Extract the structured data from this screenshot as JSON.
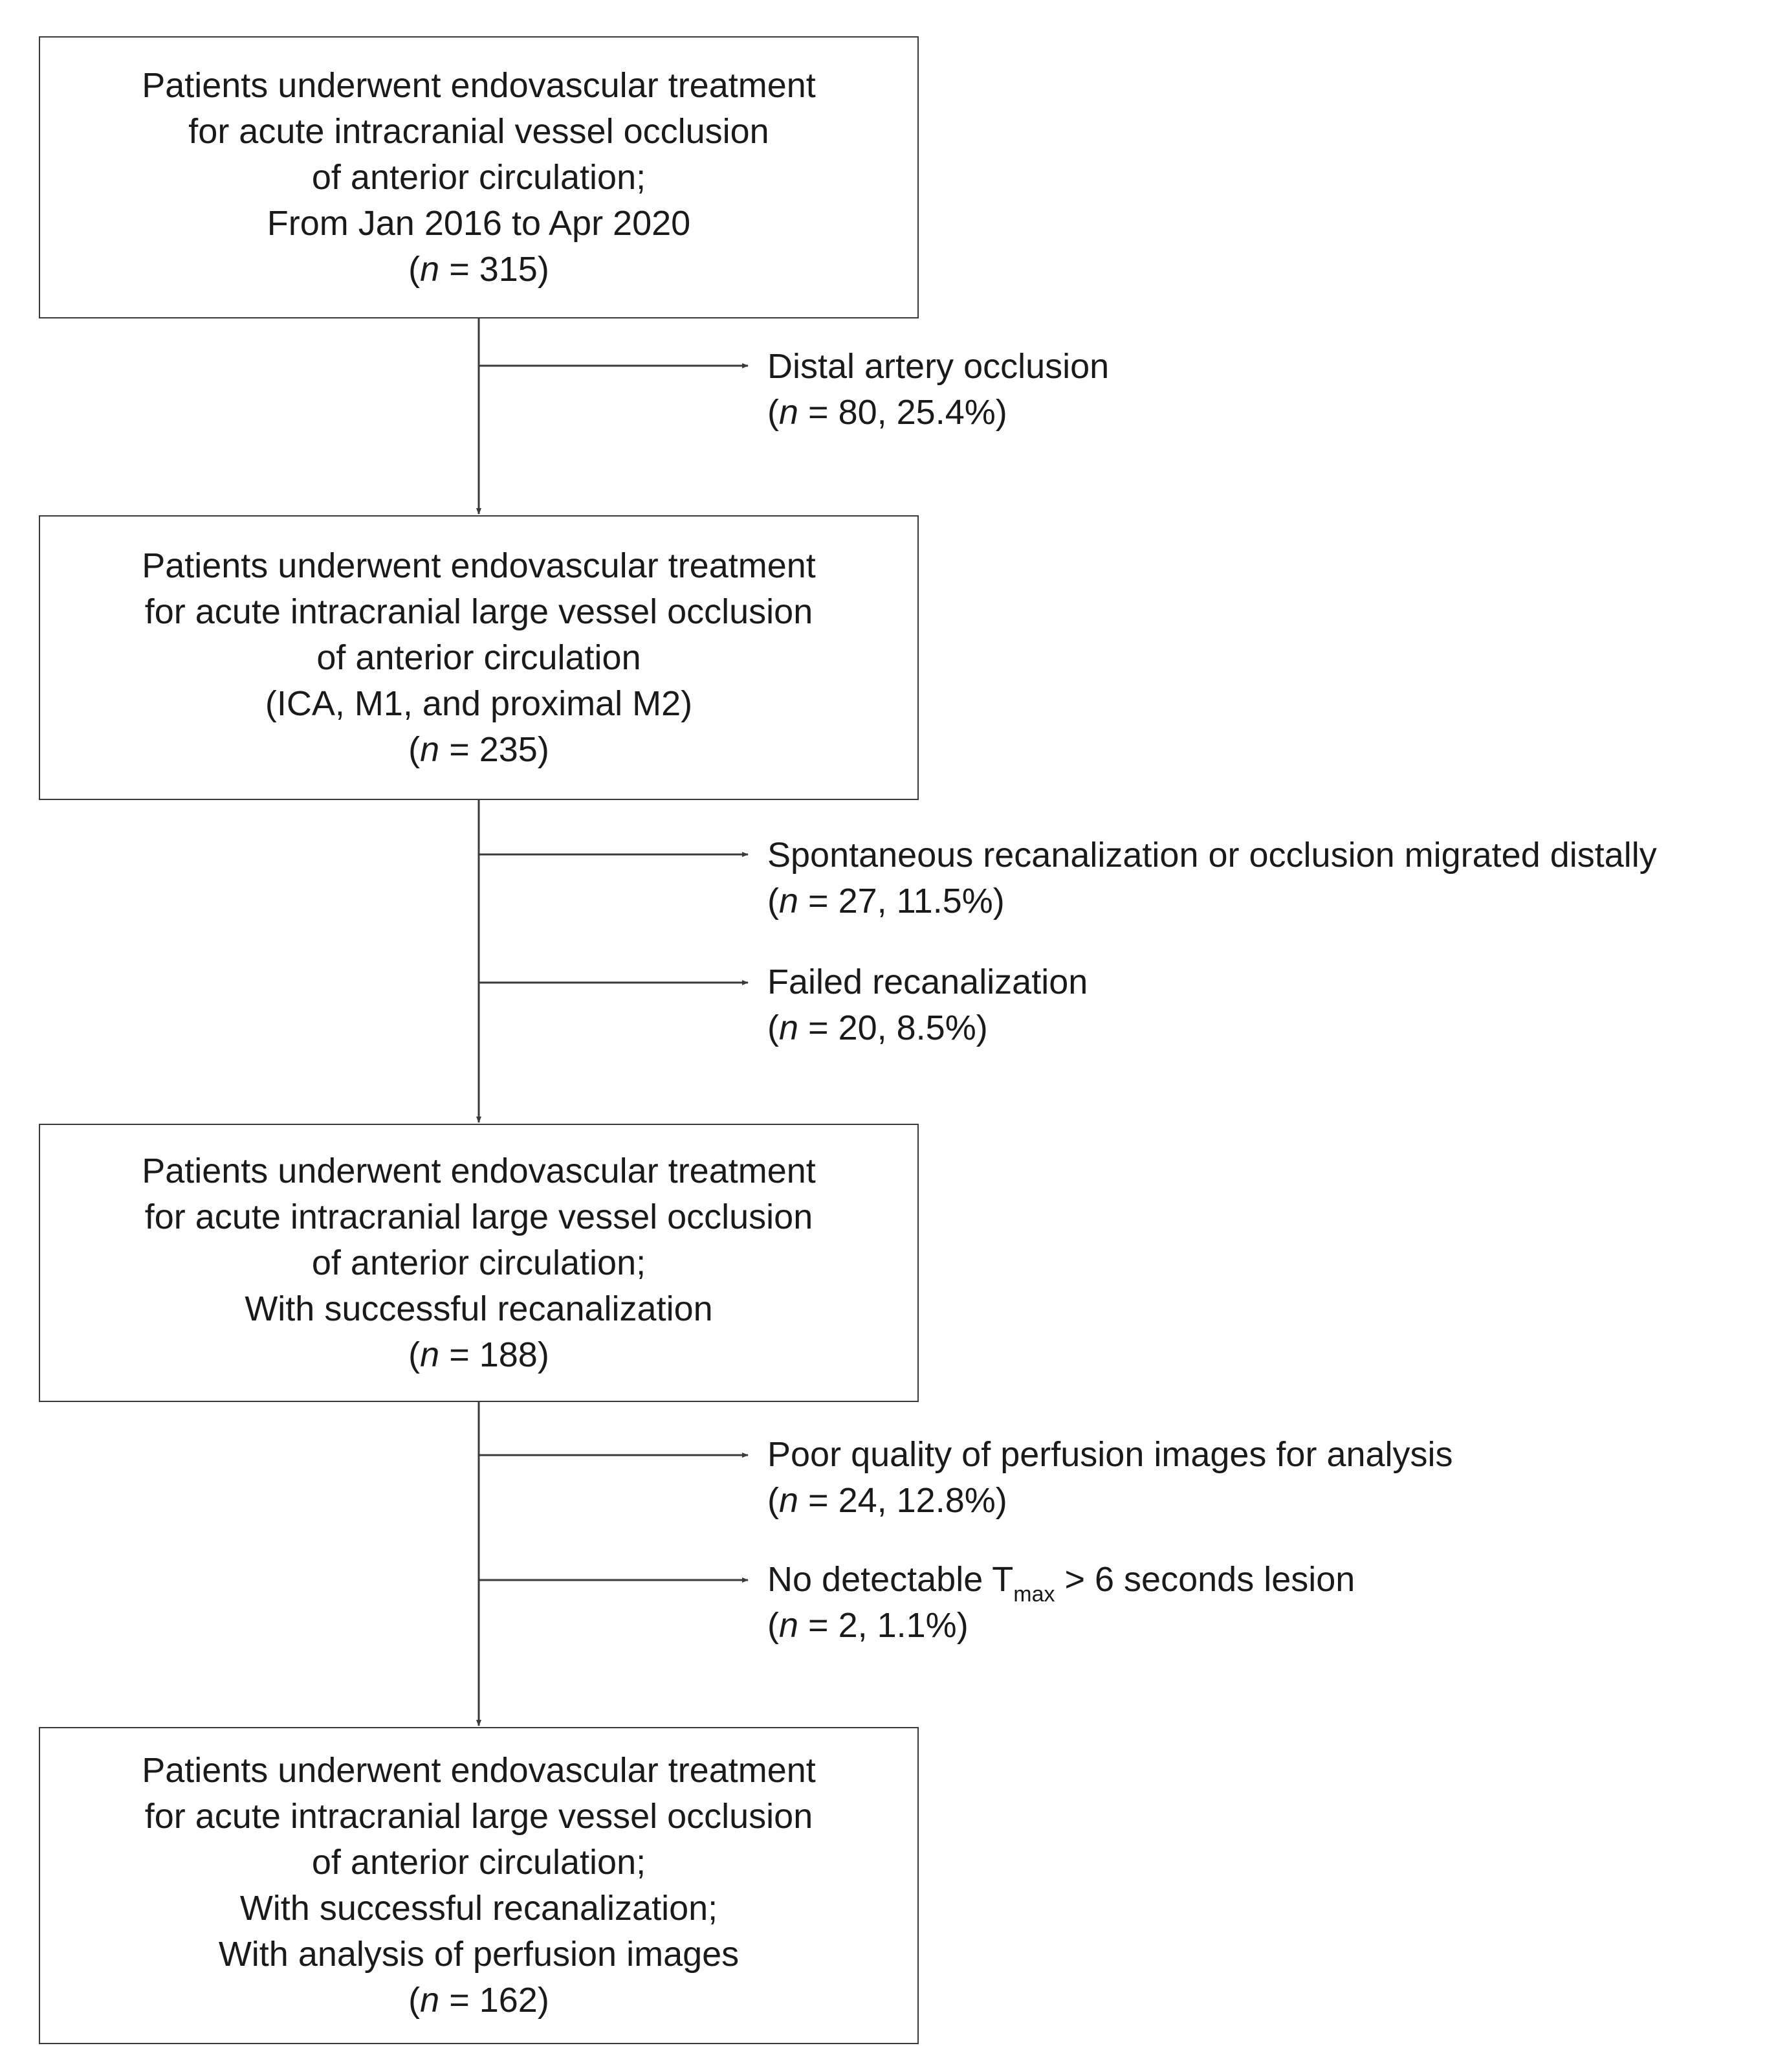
{
  "boxes": [
    {
      "lines": [
        "Patients underwent endovascular treatment",
        "for acute intracranial vessel occlusion",
        "of anterior circulation;",
        "From Jan 2016 to Apr 2020"
      ],
      "n_prefix": "(",
      "n_var": "n",
      "n_rest": " = 315)"
    },
    {
      "lines": [
        "Patients underwent endovascular treatment",
        "for acute intracranial large vessel occlusion",
        "of anterior circulation",
        "(ICA, M1, and proximal M2)"
      ],
      "n_prefix": "(",
      "n_var": "n",
      "n_rest": " = 235)"
    },
    {
      "lines": [
        "Patients underwent endovascular treatment",
        "for acute intracranial large vessel occlusion",
        "of anterior circulation;",
        "With successful recanalization"
      ],
      "n_prefix": "(",
      "n_var": "n",
      "n_rest": " = 188)"
    },
    {
      "lines": [
        "Patients underwent endovascular treatment",
        "for acute intracranial large vessel occlusion",
        "of anterior circulation;",
        "With successful recanalization;",
        "With analysis of perfusion images"
      ],
      "n_prefix": "(",
      "n_var": "n",
      "n_rest": " = 162)"
    }
  ],
  "exclusions": [
    {
      "label": "Distal artery occlusion",
      "n_prefix": "(",
      "n_var": "n",
      "n_rest": " = 80, 25.4%)"
    },
    {
      "label": "Spontaneous recanalization or occlusion migrated distally",
      "n_prefix": "(",
      "n_var": "n",
      "n_rest": " = 27, 11.5%)"
    },
    {
      "label": "Failed recanalization",
      "n_prefix": "(",
      "n_var": "n",
      "n_rest": " = 20, 8.5%)"
    },
    {
      "label_pre": "No detectable T",
      "label_sub": "max",
      "label_post": " > 6 seconds lesion",
      "n_prefix": "(",
      "n_var": "n",
      "n_rest": " = 2, 1.1%)"
    },
    {
      "label": "Poor quality of perfusion images for analysis",
      "n_prefix": "(",
      "n_var": "n",
      "n_rest": " = 24, 12.8%)"
    }
  ]
}
